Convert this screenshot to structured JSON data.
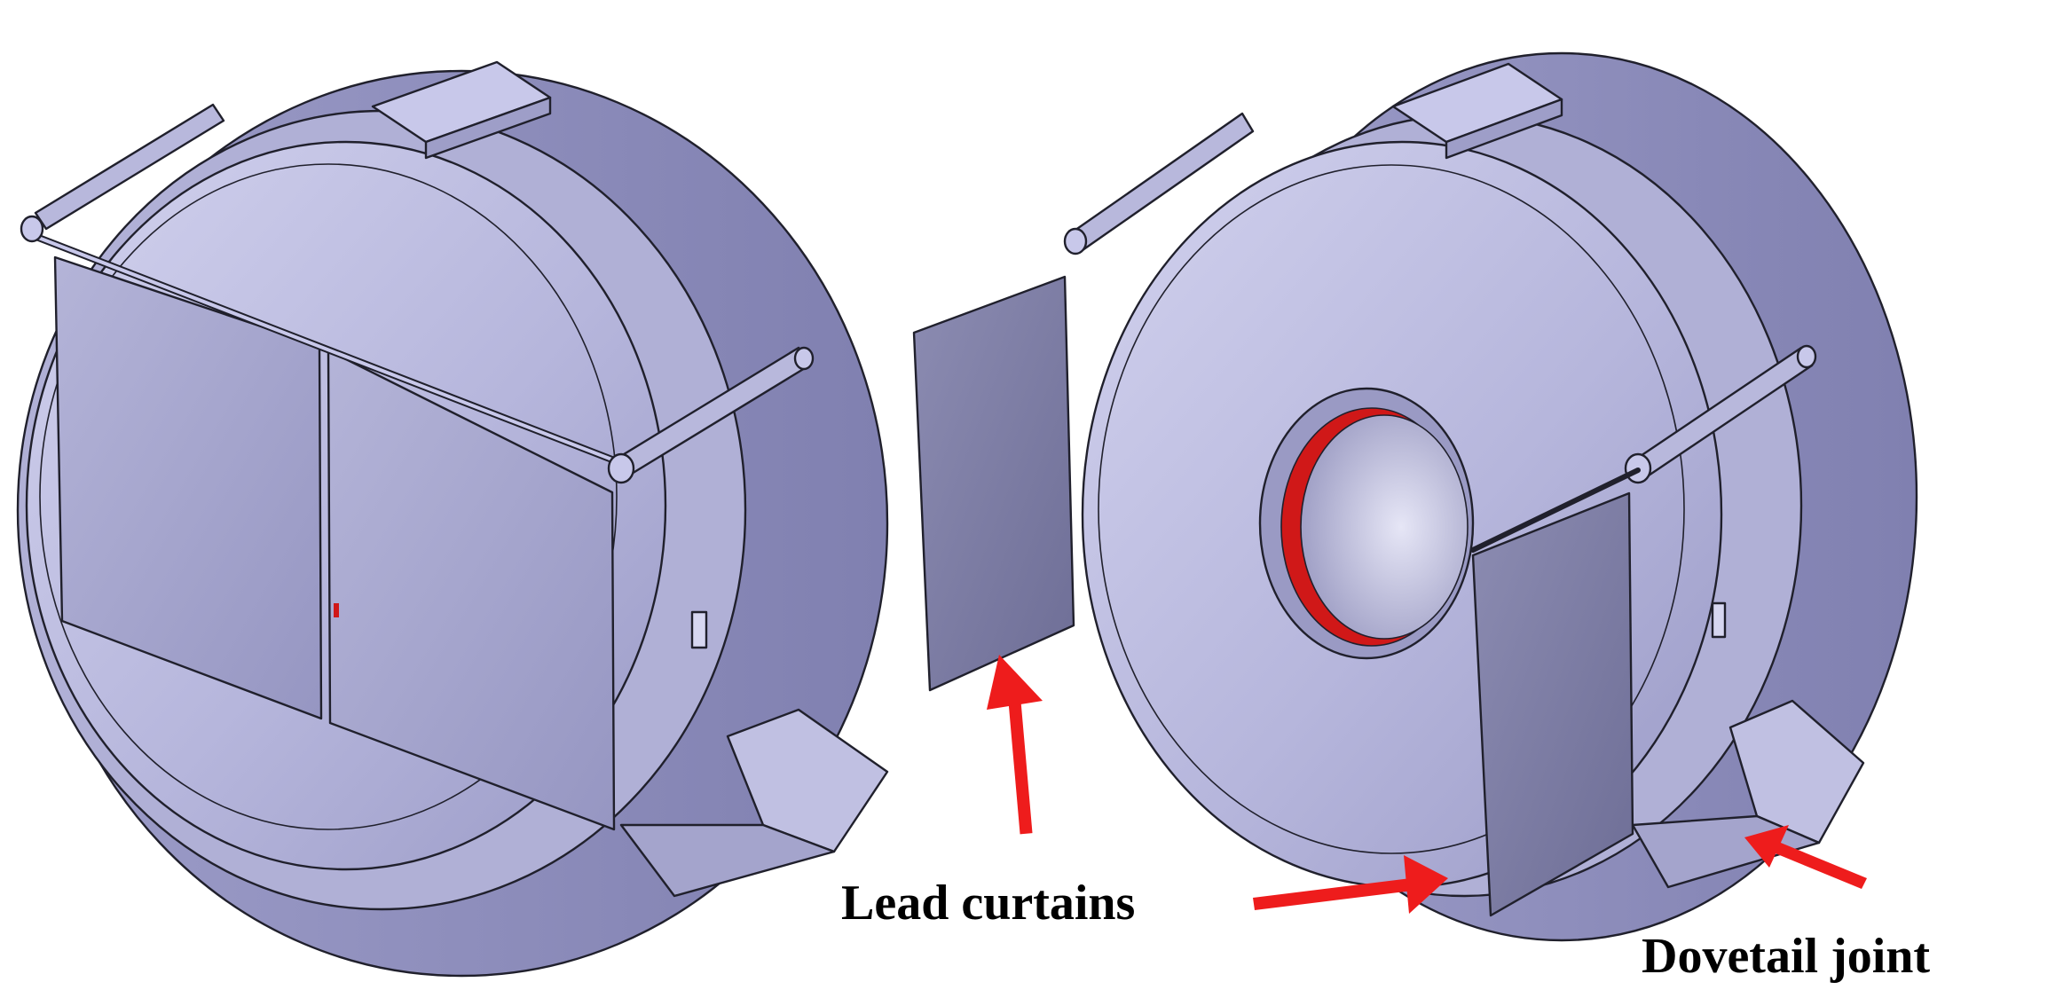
{
  "labels": {
    "lead_curtains": "Lead curtains",
    "dovetail_joint": "Dovetail joint"
  },
  "colors": {
    "body_light": "#c4c4e4",
    "body_mid": "#a7a7cf",
    "body_dark": "#8a8ab6",
    "curtain": "#7e7ea4",
    "curtain_dark": "#64648a",
    "outline": "#20202c",
    "bore_accent": "#d01818",
    "arrow": "#ee1c1c"
  },
  "icons": [
    "shielding-assembly-closed",
    "shielding-assembly-open",
    "lead-curtain-panel",
    "callout-arrow"
  ]
}
